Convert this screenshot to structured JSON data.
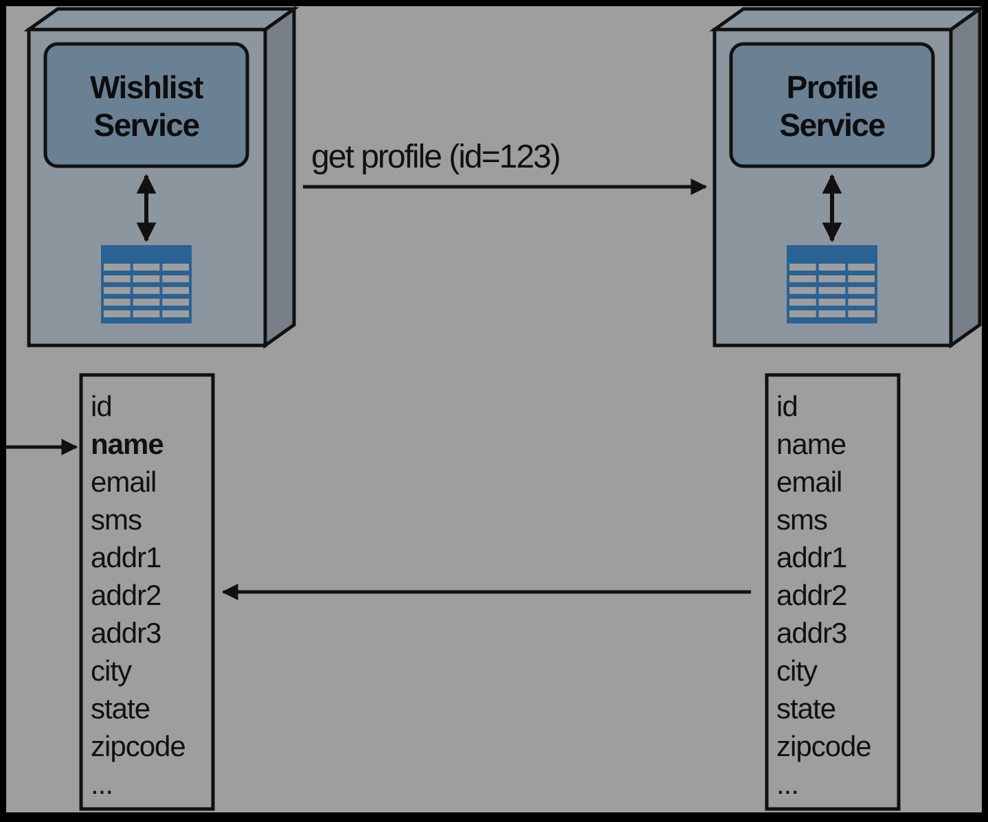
{
  "diagram": {
    "colors": {
      "background": "#9e9e9e",
      "frame": "#000000",
      "server_face": "#8c969e",
      "server_side": "#787f86",
      "service_box": "#6a8194",
      "table_icon": "#2a6293",
      "highlight_field": "#8f1d21",
      "text": "#111111"
    },
    "nodes": {
      "wishlist": {
        "label_line1": "Wishlist",
        "label_line2": "Service"
      },
      "profile": {
        "label_line1": "Profile",
        "label_line2": "Service"
      }
    },
    "edges": {
      "request": {
        "label": "get profile (id=123)"
      }
    },
    "wishlist_fields": [
      "id",
      "name",
      "email",
      "sms",
      "addr1",
      "addr2",
      "addr3",
      "city",
      "state",
      "zipcode",
      "..."
    ],
    "wishlist_highlighted_field": "name",
    "profile_fields": [
      "id",
      "name",
      "email",
      "sms",
      "addr1",
      "addr2",
      "addr3",
      "city",
      "state",
      "zipcode",
      "..."
    ]
  }
}
